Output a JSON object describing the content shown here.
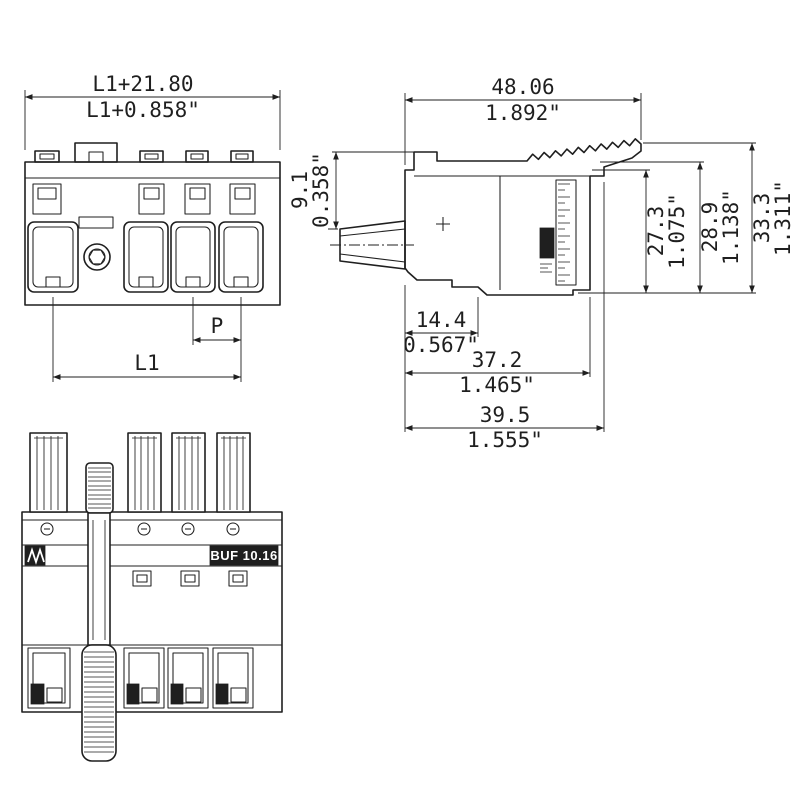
{
  "meta": {
    "drawing_type": "connector dimensional drawing",
    "colors": {
      "line": "#1f1f1f",
      "background": "#ffffff",
      "label_bg": "#1f1f1f",
      "label_text": "#ffffff"
    }
  },
  "front_view": {
    "dim_overall_mm": "L1+21.80",
    "dim_overall_in": "L1+0.858\"",
    "dim_pitch": "P",
    "dim_l1": "L1"
  },
  "side_view": {
    "dim_width_mm": "48.06",
    "dim_width_in": "1.892\"",
    "dim_funnel_mm": "9.1",
    "dim_funnel_in": "0.358\"",
    "dim_h1_mm": "27.3",
    "dim_h1_in": "1.075\"",
    "dim_h2_mm": "28.9",
    "dim_h2_in": "1.138\"",
    "dim_h3_mm": "33.3",
    "dim_h3_in": "1.311\"",
    "dim_front_mm": "14.4",
    "dim_front_in": "0.567\"",
    "dim_body_mm": "37.2",
    "dim_body_in": "1.465\"",
    "dim_total_mm": "39.5",
    "dim_total_in": "1.555\""
  },
  "bottom_view": {
    "part_label": "BUF 10.16"
  }
}
